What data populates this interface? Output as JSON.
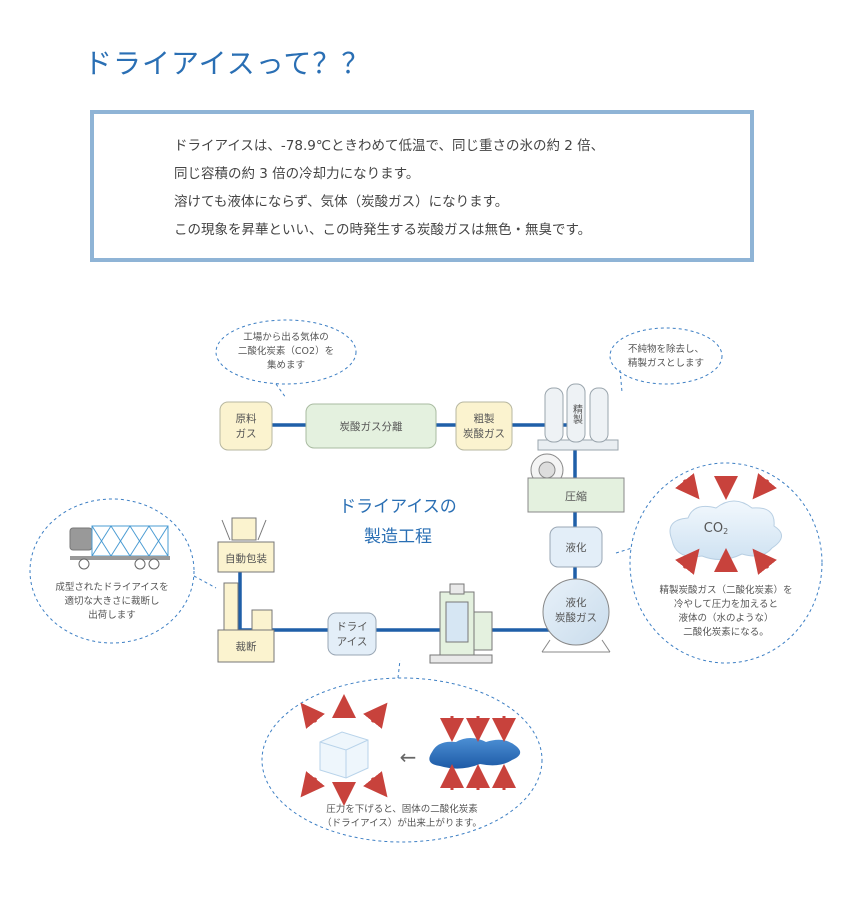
{
  "title": "ドライアイスって？？",
  "intro_lines": [
    "ドライアイスは、-78.9℃ときわめて低温で、同じ重さの氷の約 2 倍、",
    "同じ容積の約 3 倍の冷却力になります。",
    "溶けても液体にならず、気体（炭酸ガス）になります。",
    "この現象を昇華といい、この時発生する炭酸ガスは無色・無臭です。"
  ],
  "diagram": {
    "center_title": [
      "ドライアイスの",
      "製造工程"
    ],
    "nodes": {
      "raw_gas": [
        "原料",
        "ガス"
      ],
      "separation": "炭酸ガス分離",
      "crude_gas": [
        "粗製",
        "炭酸ガス"
      ],
      "purify": "精製",
      "compress": "圧縮",
      "liquefy": "液化",
      "liquid_tank": [
        "液化",
        "炭酸ガス"
      ],
      "dry_ice": [
        "ドライ",
        "アイス"
      ],
      "auto_pack": "自動包装",
      "cutting": "裁断"
    },
    "bubbles": {
      "factory_gas": [
        "工場から出る気体の",
        "二酸化炭素（CO2）を",
        "集めます"
      ],
      "purification": [
        "不純物を除去し、",
        "精製ガスとします"
      ],
      "co2_label": "CO",
      "co2_sub": "2",
      "liquefaction": [
        "精製炭酸ガス（二酸化炭素）を",
        "冷やして圧力を加えると",
        "液体の（水のような）",
        "二酸化炭素になる。"
      ],
      "cutting_note": [
        "成型されたドライアイスを",
        "適切な大きさに裁断し",
        "出荷します"
      ],
      "pressure_note": [
        "圧力を下げると、固体の二酸化炭素",
        "（ドライアイス）が出来上がります。"
      ],
      "arrow_glyph": "←"
    }
  },
  "colors": {
    "title": "#2a6fb4",
    "pipe": "#1f5fa8",
    "border": "#8fb4d6",
    "box_yellow": "#fbf3cf",
    "box_green": "#e4f1df",
    "box_blue": "#e3eef8",
    "arrow_red": "#c8423c"
  }
}
